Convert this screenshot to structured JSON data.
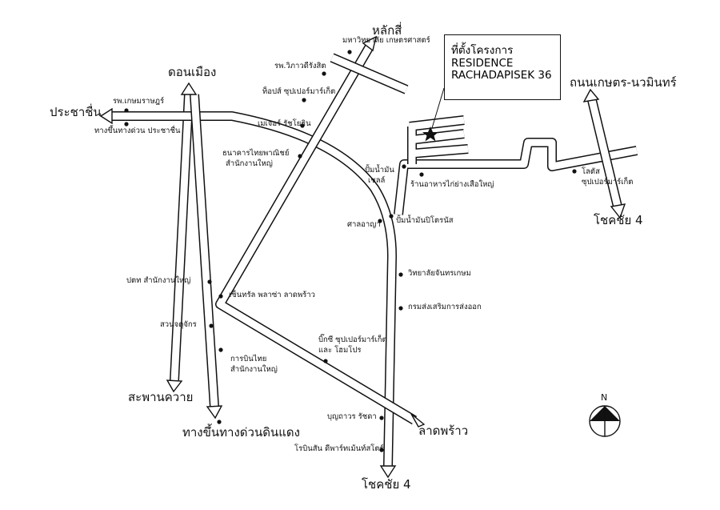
{
  "project": {
    "heading": "ที่ตั้งโครงการ",
    "name_line1": "RESIDENCE",
    "name_line2": "RACHADAPISEK 36"
  },
  "directions": {
    "laksi": "หลักสี่",
    "don_mueang": "ดอนเมือง",
    "prachachuen": "ประชาชื่น",
    "kaset_nawamin": "ถนนเกษตร-นวมินทร์",
    "chokchai4_right": "โชคชัย 4",
    "saphan_khwai": "สะพานควาย",
    "expressway_din_daeng": "ทางขึ้นทางด่วนดินแดง",
    "lat_phrao": "ลาดพร้าว",
    "chokchai4_bottom": "โชคชัย 4"
  },
  "landmarks": {
    "kasetsart_univ": "มหาวิทยาลัย เกษตรศาสตร์",
    "vibhavadi_hospital": "รพ.วิภาวดีรังสิต",
    "kasemrad_hospital": "รพ.เกษมราษฎร์",
    "expressway_prachachuen": "ทางขึ้นทางด่วน ประชาชื่น",
    "tops_supermarket": "ท็อปส์ ซุปเปอร์มาร์เก็ต",
    "major_ratchayothin": "เมเจอร์ รัชโยธิน",
    "scb_hq_line1": "ธนาคารไทยพาณิชย์",
    "scb_hq_line2": "สำนักงานใหญ่",
    "shell_line1": "ปั้มน้ำมัน",
    "shell_line2": "เชลล์",
    "sia_yai_restaurant": "ร้านอาหารไก่ย่างเสือใหญ่",
    "petronas": "ปั้มน้ำมันปิโตรนัส",
    "lotus_line1": "โลตัส",
    "lotus_line2": "ซุปเปอร์มาร์เก็ต",
    "court": "ศาลอาญา",
    "chandrakasem": "วิทยาลัยจันทรเกษม",
    "export_dept": "กรมส่งเสริมการส่งออก",
    "ptt_hq": "ปตท สำนักงานใหญ่",
    "central_ladprao": "เซ็นทรัล พลาซ่า ลาดพร้าว",
    "chatuchak_park": "สวนจตุจักร",
    "bigc_line1": "บิ๊กซี ซุปเปอร์มาร์เก็ต",
    "bigc_line2": "และ โฮมโปร",
    "thai_airways_line1": "การบินไทย",
    "thai_airways_line2": "สำนักงานใหญ่",
    "bunthavorn": "บุญถาวร รัชดา",
    "robinson": "โรบินสัน ดีพาร์ทเม้นท์สโตร์"
  },
  "compass": {
    "north": "N"
  }
}
